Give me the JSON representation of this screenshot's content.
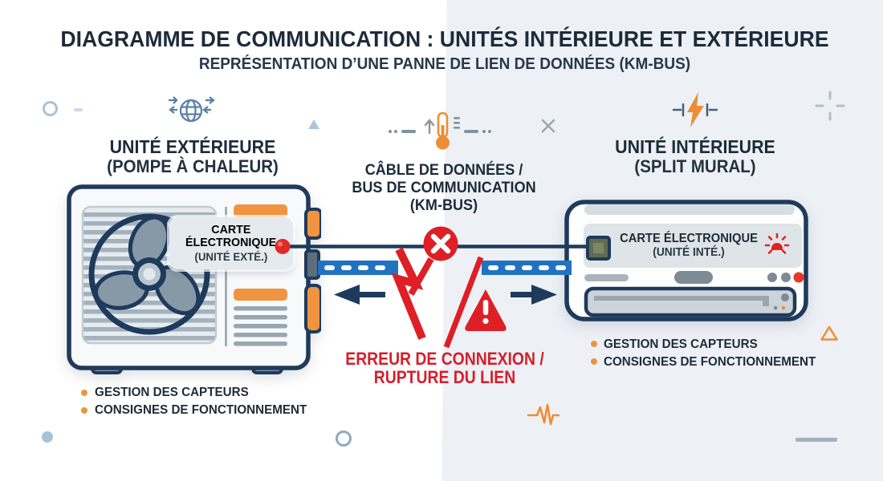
{
  "header": {
    "title": "DIAGRAMME DE COMMUNICATION : UNITÉS INTÉRIEURE ET EXTÉRIEURE",
    "subtitle": "REPRÉSENTATION D’UNE PANNE DE LIEN DE DONNÉES (KM-BUS)"
  },
  "outdoor": {
    "title": "UNITÉ EXTÉRIEURE",
    "subtitle": "(POMPE À CHALEUR)",
    "board_label": {
      "line1": "CARTE",
      "line2": "ÉLECTRONIQUE",
      "line3": "(UNITÉ EXTÉ.)"
    },
    "bullets": [
      "GESTION DES CAPTEURS",
      "CONSIGNES DE FONCTIONNEMENT"
    ]
  },
  "link": {
    "title_line1": "CÂBLE DE DONNÉES /",
    "title_line2": "BUS DE COMMUNICATION",
    "title_line3": "(KM-BUS)",
    "error_line1": "ERREUR DE CONNEXION /",
    "error_line2": "RUPTURE DU LIEN"
  },
  "indoor": {
    "title": "UNITÉ INTÉRIEURE",
    "subtitle": "(SPLIT MURAL)",
    "board_label": {
      "line1": "CARTE ÉLECTRONIQUE",
      "line2": "(UNITÉ INTÉ.)"
    },
    "bullets": [
      "GESTION DES CAPTEURS",
      "CONSIGNES DE FONCTIONNEMENT"
    ]
  },
  "colors": {
    "navy_outline": "#1e3a5c",
    "text_dark": "#1d2b39",
    "orange": "#ee8d35",
    "red": "#de1f26",
    "error_red": "#d51f2a",
    "cable_blue": "#2173c2",
    "bg_right": "#edf1f6"
  }
}
